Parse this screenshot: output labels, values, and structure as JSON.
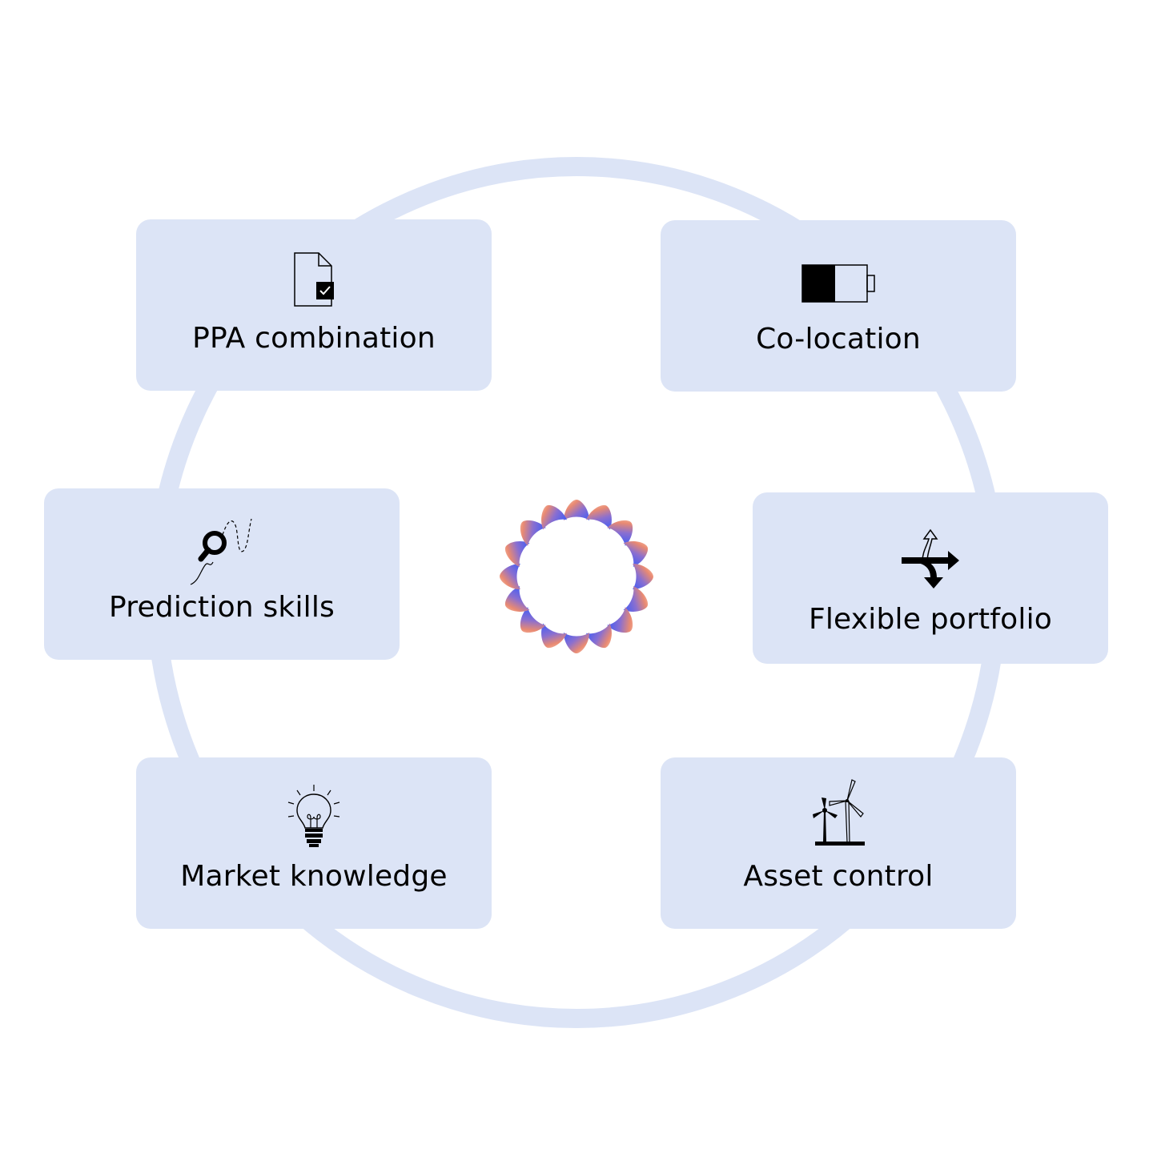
{
  "colors": {
    "ring": "#dce4f6",
    "card": "#dce4f6",
    "text": "#000000",
    "logo_warm": "#f3a480",
    "logo_cool": "#4f62f2"
  },
  "cards": [
    {
      "id": "ppa",
      "label": "PPA combination",
      "icon": "document-check-icon"
    },
    {
      "id": "coloc",
      "label": "Co-location",
      "icon": "battery-icon"
    },
    {
      "id": "pred",
      "label": "Prediction skills",
      "icon": "magnifier-trend-icon"
    },
    {
      "id": "flex",
      "label": "Flexible portfolio",
      "icon": "split-arrows-icon"
    },
    {
      "id": "market",
      "label": "Market knowledge",
      "icon": "lightbulb-icon"
    },
    {
      "id": "asset",
      "label": "Asset control",
      "icon": "wind-turbine-icon"
    }
  ],
  "logo": {
    "icon": "gradient-gear-logo",
    "petals": 16
  }
}
